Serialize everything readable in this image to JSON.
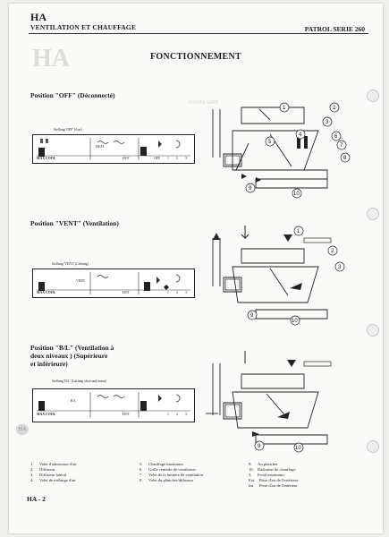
{
  "header": {
    "section_code": "HA",
    "section_title": "VENTILATION ET CHAUFFAGE",
    "model": "PATROL SERIE 260"
  },
  "page_title": "FONCTIONNEMENT",
  "positions": [
    {
      "title": "Position \"OFF\" (Déconnecté)",
      "panel_caption": "Stellung 'OFF' (Aus)"
    },
    {
      "title": "Position \"VENT\" (Ventilation)",
      "panel_caption": "Stellung 'VENT' (Lüftung)"
    },
    {
      "title_lines": [
        "Position \"B/L\" (Ventilation   à",
        "deux niveaux ) (Supérieure",
        "et inférieure)"
      ],
      "panel_caption": "Stellung 'B/L' (Lüftung oben und unten)"
    }
  ],
  "panel_labels": {
    "max_cool": "MAX COOL",
    "off": "OFF",
    "vent": "VENT",
    "b_l": "B/L",
    "heat": "HEAT",
    "hot": "HOT",
    "speeds": [
      "1",
      "2",
      "3"
    ]
  },
  "callouts": [
    "1",
    "2",
    "3",
    "4",
    "5",
    "6",
    "7",
    "8",
    "9",
    "10"
  ],
  "legend": {
    "col1": [
      {
        "n": "1.",
        "t": "Volet d'admission d'air"
      },
      {
        "n": "2.",
        "t": "Diffuseur"
      },
      {
        "n": "3.",
        "t": "Diffuseur latéral"
      },
      {
        "n": "4.",
        "t": "Volet de mélange d'air"
      }
    ],
    "col2": [
      {
        "n": "5.",
        "t": "Chauffage maximum"
      },
      {
        "n": "6.",
        "t": "Grille centrale de ventilation"
      },
      {
        "n": "7.",
        "t": "Volet de la lumière de ventilation"
      },
      {
        "n": "8.",
        "t": "Volet du plancher/diffuseur"
      }
    ],
    "col3": [
      {
        "n": "9.",
        "t": "Au plancher"
      },
      {
        "n": "10.",
        "t": "Radiateur de chauffage"
      },
      {
        "n": "3.",
        "t": "Froid maximum"
      },
      {
        "n": "Ext.",
        "t": "Prise d'air de l'extérieur"
      },
      {
        "n": "Int.",
        "t": "Prise d'air de l'intérieur"
      }
    ]
  },
  "footer": {
    "page": "HA - 2"
  },
  "side_tab": "HA"
}
